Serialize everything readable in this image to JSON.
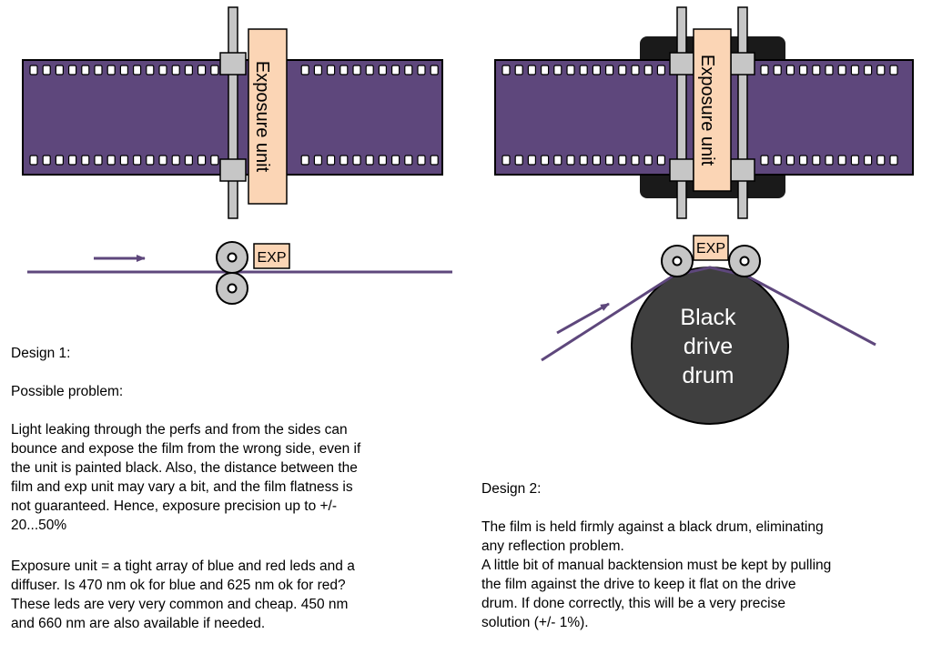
{
  "colors": {
    "film": "#5e477c",
    "film_line": "#5e477c",
    "exposure_unit": "#fbd5b5",
    "drum": "#3f3f3f",
    "metal": "#c6c6c6",
    "shadow": "#1a1a1a"
  },
  "design1": {
    "exposure_label": "Exposure unit",
    "exp_label": "EXP",
    "heading": "Design 1:",
    "subheading": "Possible problem:",
    "text": "Light leaking through the perfs and from the sides can\nbounce and expose the film from the wrong side, even if\nthe unit is painted black. Also, the distance between the\nfilm and exp unit may vary a bit, and the film flatness is\nnot guaranteed. Hence, exposure precision up to +/-\n20...50%"
  },
  "design2": {
    "exposure_label": "Exposure unit",
    "exp_label": "EXP",
    "drum_line1": "Black",
    "drum_line2": "drive",
    "drum_line3": "drum",
    "heading": "Design 2:",
    "text": "The film is held firmly against a black drum, eliminating\nany reflection problem.\nA little bit of manual backtension must be kept by pulling\nthe film against the drive to keep it flat on the drive\ndrum. If done correctly, this will be a very precise\nsolution (+/- 1%)."
  },
  "exposure_note": "Exposure unit = a tight array of blue and red leds and a\ndiffuser. Is 470 nm ok for blue and 625 nm ok for red?\nThese leds are very very common and cheap. 450 nm\nand 660 nm are also available if needed."
}
